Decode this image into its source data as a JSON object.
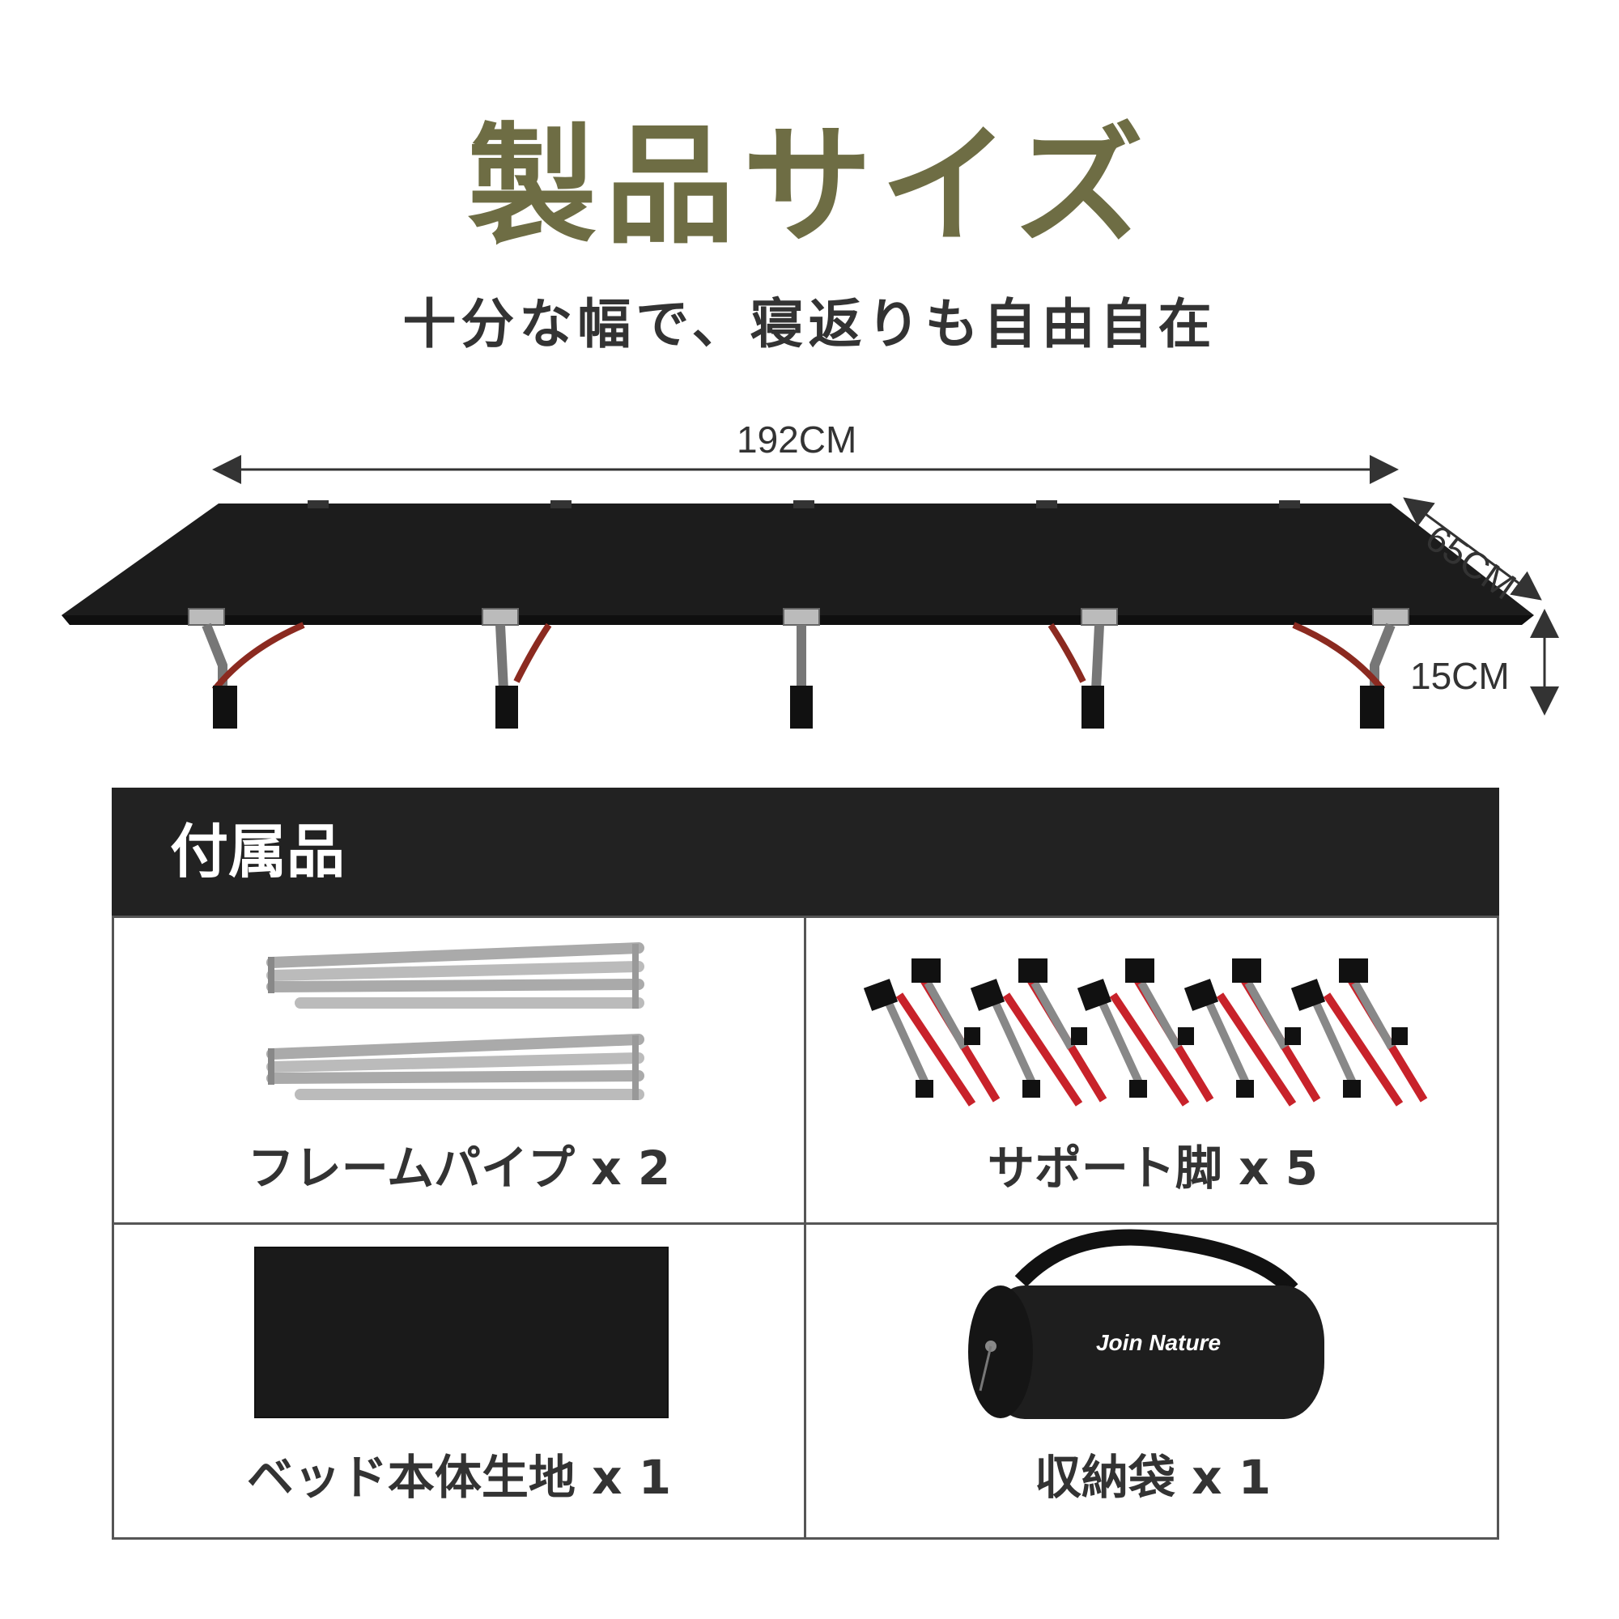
{
  "title": "製品サイズ",
  "subtitle": "十分な幅で、寝返りも自由自在",
  "dimensions": {
    "length": "192CM",
    "width": "65CM",
    "height": "15CM"
  },
  "accessories": {
    "header": "付属品",
    "items": [
      {
        "label": "フレームパイプ x 2",
        "icon": "frame-pipes"
      },
      {
        "label": "サポート脚 x 5",
        "icon": "support-legs"
      },
      {
        "label": "ベッド本体生地 x 1",
        "icon": "bed-fabric"
      },
      {
        "label": "収納袋 x 1",
        "icon": "storage-bag",
        "brand": "Join Nature"
      }
    ]
  },
  "colors": {
    "title": "#6e6d44",
    "header_bg": "#222222",
    "leg_red": "#c8222a"
  }
}
